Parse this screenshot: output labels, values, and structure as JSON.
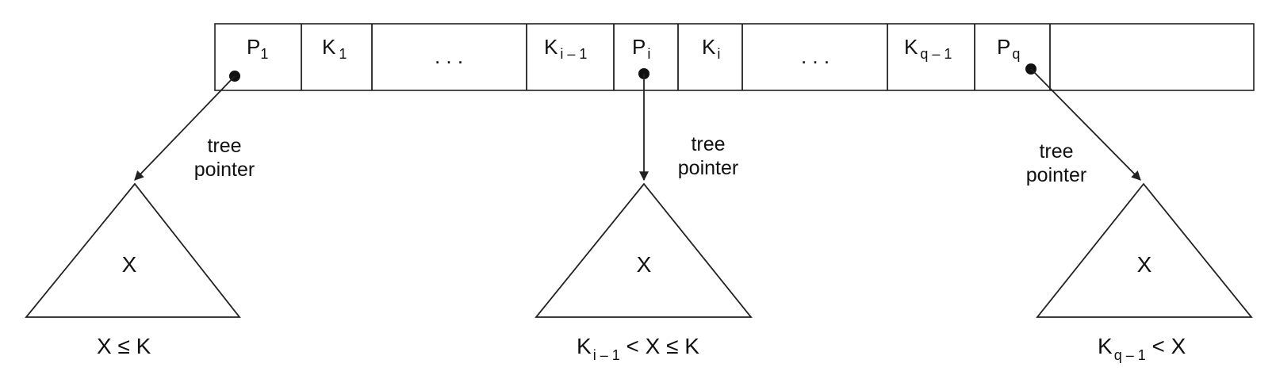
{
  "node": {
    "cells": [
      {
        "main": "P",
        "sub": "1"
      },
      {
        "main": "K",
        "sub": "1"
      },
      {
        "main": ". . .",
        "sub": ""
      },
      {
        "main": "K",
        "sub": "i – 1"
      },
      {
        "main": "P",
        "sub": "i"
      },
      {
        "main": "K",
        "sub": "i"
      },
      {
        "main": ". . .",
        "sub": ""
      },
      {
        "main": "K",
        "sub": "q – 1"
      },
      {
        "main": "P",
        "sub": "q"
      },
      {
        "main": "",
        "sub": ""
      }
    ]
  },
  "pointer_label": [
    "tree",
    "pointer"
  ],
  "subtrees": [
    {
      "label": "X",
      "condition": {
        "pre": "X ≤ K",
        "pre_sub": "",
        "post": ""
      }
    },
    {
      "label": "X",
      "condition": {
        "pre": "K",
        "pre_sub": "i – 1",
        "post": " < X ≤ K"
      }
    },
    {
      "label": "X",
      "condition": {
        "pre": "K",
        "pre_sub": "q – 1",
        "post": " < X"
      }
    }
  ]
}
